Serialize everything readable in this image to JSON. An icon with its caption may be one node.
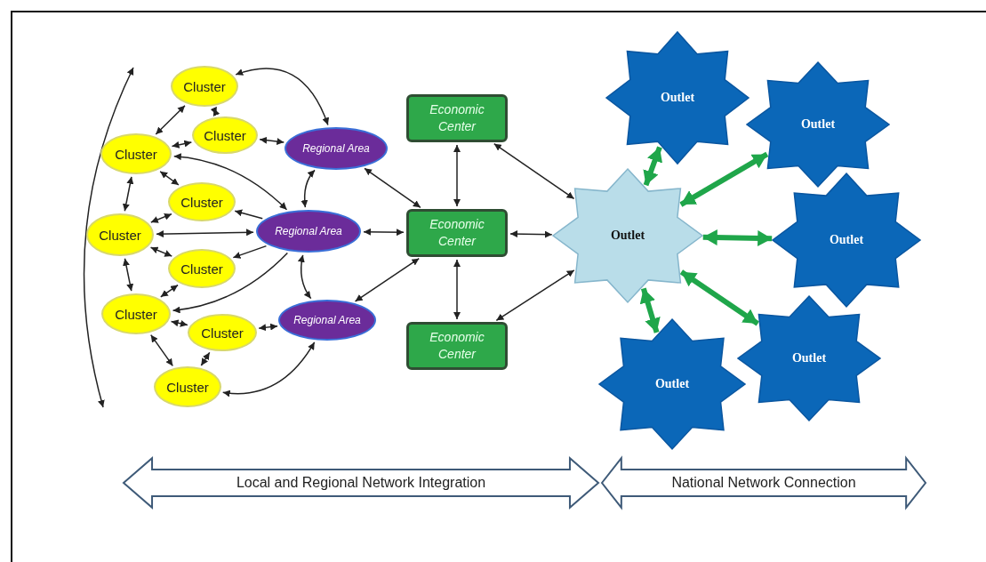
{
  "diagram": {
    "nodes": [
      {
        "text": [
          "Cluster"
        ]
      },
      {
        "text": [
          "Cluster"
        ]
      },
      {
        "text": [
          "Cluster"
        ]
      },
      {
        "text": [
          "Cluster"
        ]
      },
      {
        "text": [
          "Cluster"
        ]
      },
      {
        "text": [
          "Cluster"
        ]
      },
      {
        "text": [
          "Cluster"
        ]
      },
      {
        "text": [
          "Cluster"
        ]
      },
      {
        "text": [
          "Cluster"
        ]
      },
      {
        "text": [
          "Regional Area"
        ]
      },
      {
        "text": [
          "Regional Area"
        ]
      },
      {
        "text": [
          "Regional Area"
        ]
      },
      {
        "text": [
          "Economic Center"
        ]
      },
      {
        "text": [
          "Economic Center"
        ]
      },
      {
        "text": [
          "Economic Center"
        ]
      },
      {
        "text": [
          "Outlet"
        ]
      },
      {
        "text": [
          "Outlet"
        ]
      },
      {
        "text": [
          "Outlet"
        ]
      },
      {
        "text": [
          "Outlet"
        ]
      },
      {
        "text": [
          "Outlet"
        ]
      },
      {
        "text": [
          "Outlet"
        ]
      },
      {
        "text": [
          "Local and Regional Network Integration"
        ]
      },
      {
        "text": [
          "National Network Connection"
        ]
      }
    ],
    "edges": [
      {
        "from": 0,
        "to": 9,
        "arrow": "both"
      },
      {
        "from": 2,
        "to": 0,
        "arrow": "both"
      },
      {
        "from": 0,
        "to": 1,
        "arrow": "both"
      },
      {
        "from": 2,
        "to": 1,
        "arrow": "both"
      },
      {
        "from": 1,
        "to": 9,
        "arrow": "both"
      },
      {
        "from": 2,
        "to": 10,
        "arrow": "both"
      },
      {
        "from": 2,
        "to": 3,
        "arrow": "both"
      },
      {
        "from": 2,
        "to": 4,
        "arrow": "both"
      },
      {
        "from": 9,
        "to": 10,
        "arrow": "both"
      },
      {
        "from": 10,
        "to": 3,
        "arrow": "to"
      },
      {
        "from": 4,
        "to": 3,
        "arrow": "both"
      },
      {
        "from": 4,
        "to": 10,
        "arrow": "both"
      },
      {
        "from": 4,
        "to": 5,
        "arrow": "both"
      },
      {
        "from": 10,
        "to": 5,
        "arrow": "to"
      },
      {
        "from": 4,
        "to": 6,
        "arrow": "both"
      },
      {
        "from": 6,
        "to": 5,
        "arrow": "both"
      },
      {
        "from": 10,
        "to": 6,
        "arrow": "to"
      },
      {
        "from": 10,
        "to": 11,
        "arrow": "both"
      },
      {
        "from": 6,
        "to": 7,
        "arrow": "both"
      },
      {
        "from": 7,
        "to": 11,
        "arrow": "both"
      },
      {
        "from": 6,
        "to": 8,
        "arrow": "both"
      },
      {
        "from": 7,
        "to": 8,
        "arrow": "both"
      },
      {
        "from": 8,
        "to": 11,
        "arrow": "both"
      },
      {
        "from": 9,
        "to": 13,
        "arrow": "both"
      },
      {
        "from": 10,
        "to": 13,
        "arrow": "both"
      },
      {
        "from": 11,
        "to": 13,
        "arrow": "both"
      },
      {
        "from": 12,
        "to": 13,
        "arrow": "both"
      },
      {
        "from": 13,
        "to": 14,
        "arrow": "both"
      },
      {
        "from": 12,
        "to": 17,
        "arrow": "both"
      },
      {
        "from": 13,
        "to": 17,
        "arrow": "both"
      },
      {
        "from": 14,
        "to": 17,
        "arrow": "both"
      },
      {
        "from": 17,
        "to": 15,
        "arrow": "both",
        "style": "thick",
        "color": "#1fa64a"
      },
      {
        "from": 17,
        "to": 16,
        "arrow": "both",
        "style": "thick",
        "color": "#1fa64a"
      },
      {
        "from": 17,
        "to": 18,
        "arrow": "both",
        "style": "thick",
        "color": "#1fa64a"
      },
      {
        "from": 17,
        "to": 19,
        "arrow": "both",
        "style": "thick",
        "color": "#1fa64a"
      },
      {
        "from": 17,
        "to": 20,
        "arrow": "both",
        "style": "thick",
        "color": "#1fa64a"
      }
    ]
  }
}
